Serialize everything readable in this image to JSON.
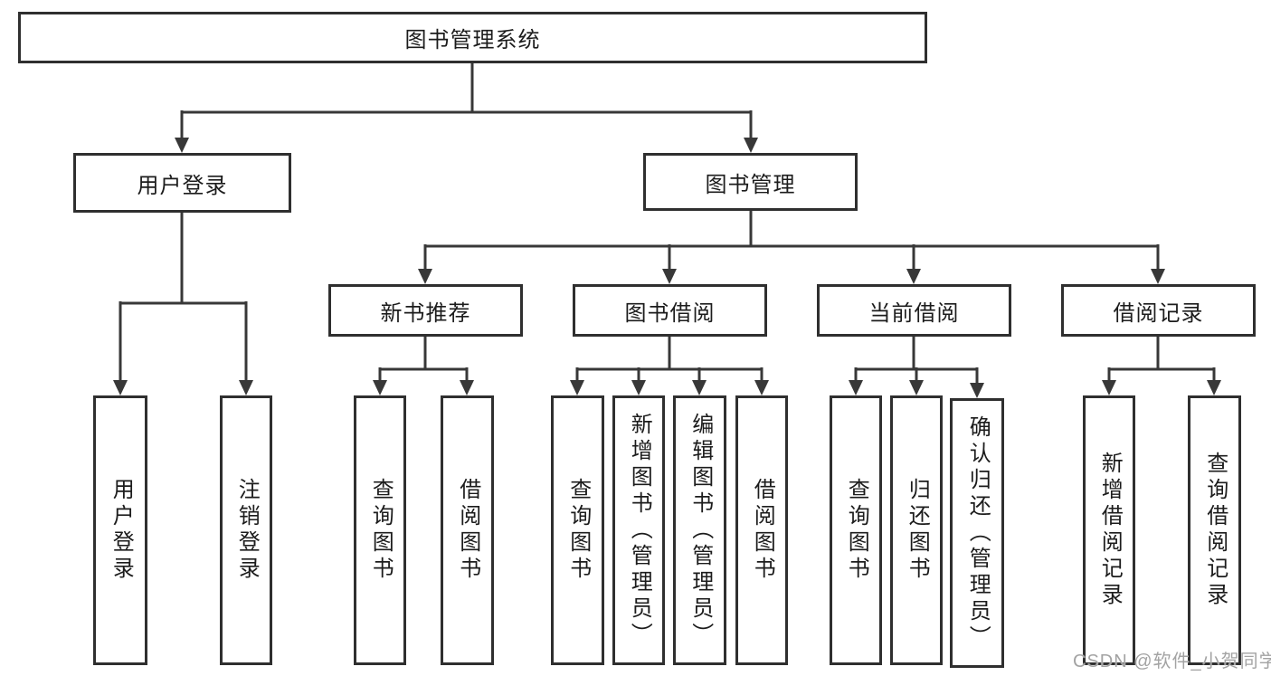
{
  "diagram": {
    "root_label": "图书管理系统",
    "branches": [
      {
        "label": "用户登录",
        "children": [
          "用户登录",
          "注销登录"
        ]
      },
      {
        "label": "图书管理",
        "groups": [
          {
            "label": "新书推荐",
            "children": [
              "查询图书",
              "借阅图书"
            ]
          },
          {
            "label": "图书借阅",
            "children": [
              "查询图书",
              "新增图书（管理员）",
              "编辑图书（管理员）",
              "借阅图书"
            ]
          },
          {
            "label": "当前借阅",
            "children": [
              "查询图书",
              "归还图书",
              "确认归还（管理员）"
            ]
          },
          {
            "label": "借阅记录",
            "children": [
              "新增借阅记录",
              "查询借阅记录"
            ]
          }
        ]
      }
    ]
  },
  "watermark": {
    "text": "CSDN @软件_小贺同学"
  },
  "colors": {
    "line": "#383838",
    "box_border": "#2f2f2f",
    "text": "#1c1c1c",
    "watermark": "#a3a3a3",
    "background": "#ffffff"
  }
}
